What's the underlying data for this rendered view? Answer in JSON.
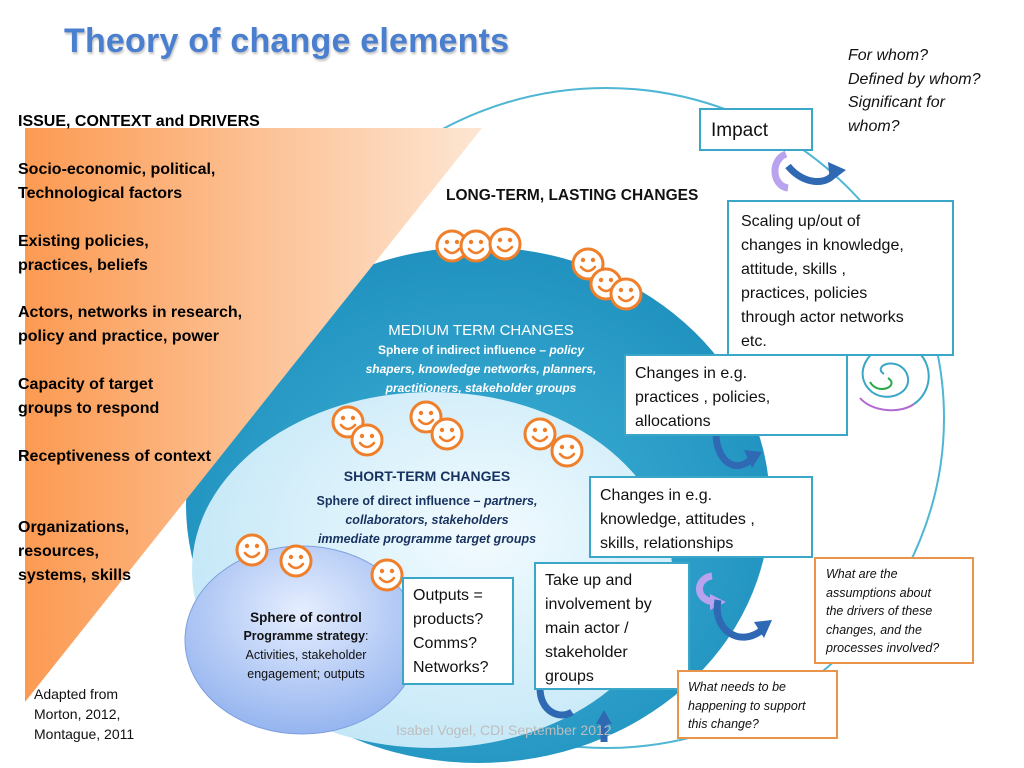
{
  "title": "Theory of change elements",
  "questions": [
    "For whom?",
    "Defined by whom?",
    "Significant for",
    "whom?"
  ],
  "context": {
    "heading": "ISSUE, CONTEXT and DRIVERS",
    "lines": [
      "Socio-economic, political,",
      "Technological factors",
      "Existing policies,",
      "practices, beliefs",
      "Actors, networks in research,",
      "policy and practice, power",
      "Capacity of target",
      "groups to respond",
      "Receptiveness of context",
      "Organizations,",
      "resources,",
      "systems, skills"
    ]
  },
  "long_term": "LONG-TERM, LASTING CHANGES",
  "medium": {
    "heading": "MEDIUM TERM CHANGES",
    "line1": "Sphere of indirect influence – ",
    "line1_italic": "policy",
    "line2": "shapers, knowledge networks, planners,",
    "line3": "practitioners, stakeholder groups"
  },
  "short": {
    "heading": "SHORT-TERM CHANGES",
    "line1": "Sphere of direct influence – ",
    "line1_italic": "partners,",
    "line2": "collaborators, stakeholders",
    "line3": "immediate programme target groups"
  },
  "control": {
    "heading": "Sphere of control",
    "strategy": "Programme strategy",
    "strategy_suffix": ":",
    "line1": "Activities, stakeholder",
    "line2": "engagement; outputs"
  },
  "boxes": {
    "impact": "Impact",
    "scaling": [
      "Scaling up/out of",
      "changes in knowledge,",
      "attitude, skills ,",
      "practices, policies",
      "through actor networks",
      "etc."
    ],
    "practices": [
      "Changes in  e.g.",
      "practices , policies,",
      "allocations"
    ],
    "knowledge": [
      "Changes in  e.g.",
      "knowledge, attitudes ,",
      "skills, relationships"
    ],
    "takeup": [
      "Take up and",
      "involvement by",
      "main actor /",
      "stakeholder",
      "groups"
    ],
    "outputs": [
      "Outputs =",
      "products?",
      "Comms?",
      "Networks?"
    ]
  },
  "notes": {
    "assumptions": [
      "What  are the",
      "assumptions about",
      "the  drivers of these",
      "changes, and  the",
      "processes involved?"
    ],
    "support": [
      "What needs to be",
      "happening to support",
      "this change?"
    ]
  },
  "adapted": [
    "Adapted from",
    "Morton, 2012,",
    "Montague, 2011"
  ],
  "footer": "Isabel Vogel, CDI September 2012",
  "colors": {
    "title": "#4a7fd0",
    "medium_circle": "#2b9cc4",
    "short_circle": "#d4eef9",
    "control_oval": "#a9c2f4",
    "triangle_start": "#fc9a52",
    "triangle_end": "#fde6d3",
    "box_border": "#3aa6c8",
    "note_border": "#e9944a",
    "smiley": "#ef7f2a"
  }
}
